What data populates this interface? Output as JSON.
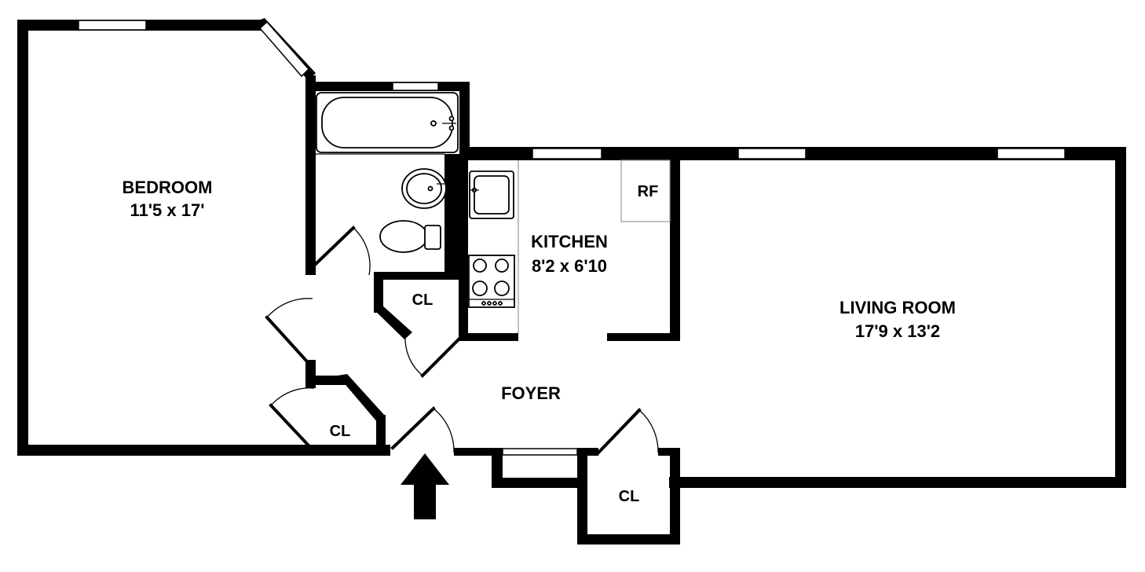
{
  "rooms": {
    "bedroom": {
      "name": "BEDROOM",
      "dims": "11'5 x 17'"
    },
    "kitchen": {
      "name": "KITCHEN",
      "dims": "8'2 x 6'10"
    },
    "living_room": {
      "name": "LIVING ROOM",
      "dims": "17'9 x 13'2"
    },
    "foyer": {
      "name": "FOYER"
    }
  },
  "closets": {
    "hall_closet": "CL",
    "bedroom_closet": "CL",
    "foyer_closet": "CL"
  },
  "appliances": {
    "refrigerator": "RF"
  },
  "colors": {
    "wall": "#000000",
    "background": "#ffffff",
    "fixture_outline": "#000000"
  }
}
